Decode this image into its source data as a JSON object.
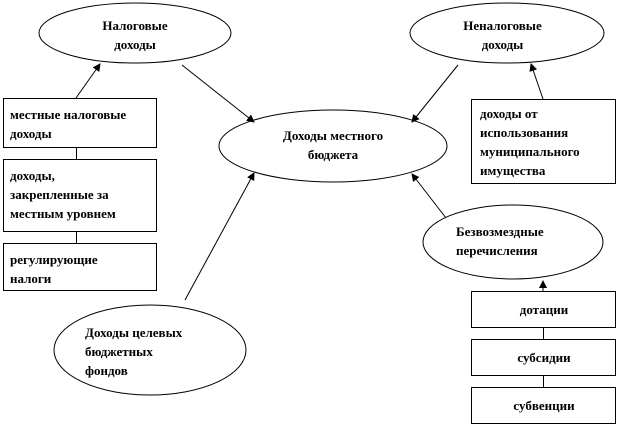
{
  "nodes": {
    "tax_income": [
      "Налоговые",
      "доходы"
    ],
    "nontax_income": [
      "Неналоговые",
      "доходы"
    ],
    "local_budget_income": [
      "Доходы местного",
      "бюджета"
    ],
    "gratuitous_transfers": [
      "Безвозмездные",
      "перечисления"
    ],
    "target_funds_income": [
      "Доходы целевых",
      "бюджетных",
      "фондов"
    ]
  },
  "boxes": {
    "local_tax_income": [
      "местные налоговые",
      "доходы"
    ],
    "fixed_local_income": [
      "доходы,",
      "закрепленные за",
      "местным уровнем"
    ],
    "regulating_taxes": [
      "регулирующие",
      "налоги"
    ],
    "municipal_property_income": [
      "доходы от",
      "использования",
      "муниципального",
      "имущества"
    ],
    "grants": "дотации",
    "subsidies": "субсидии",
    "subventions": "субвенции"
  }
}
